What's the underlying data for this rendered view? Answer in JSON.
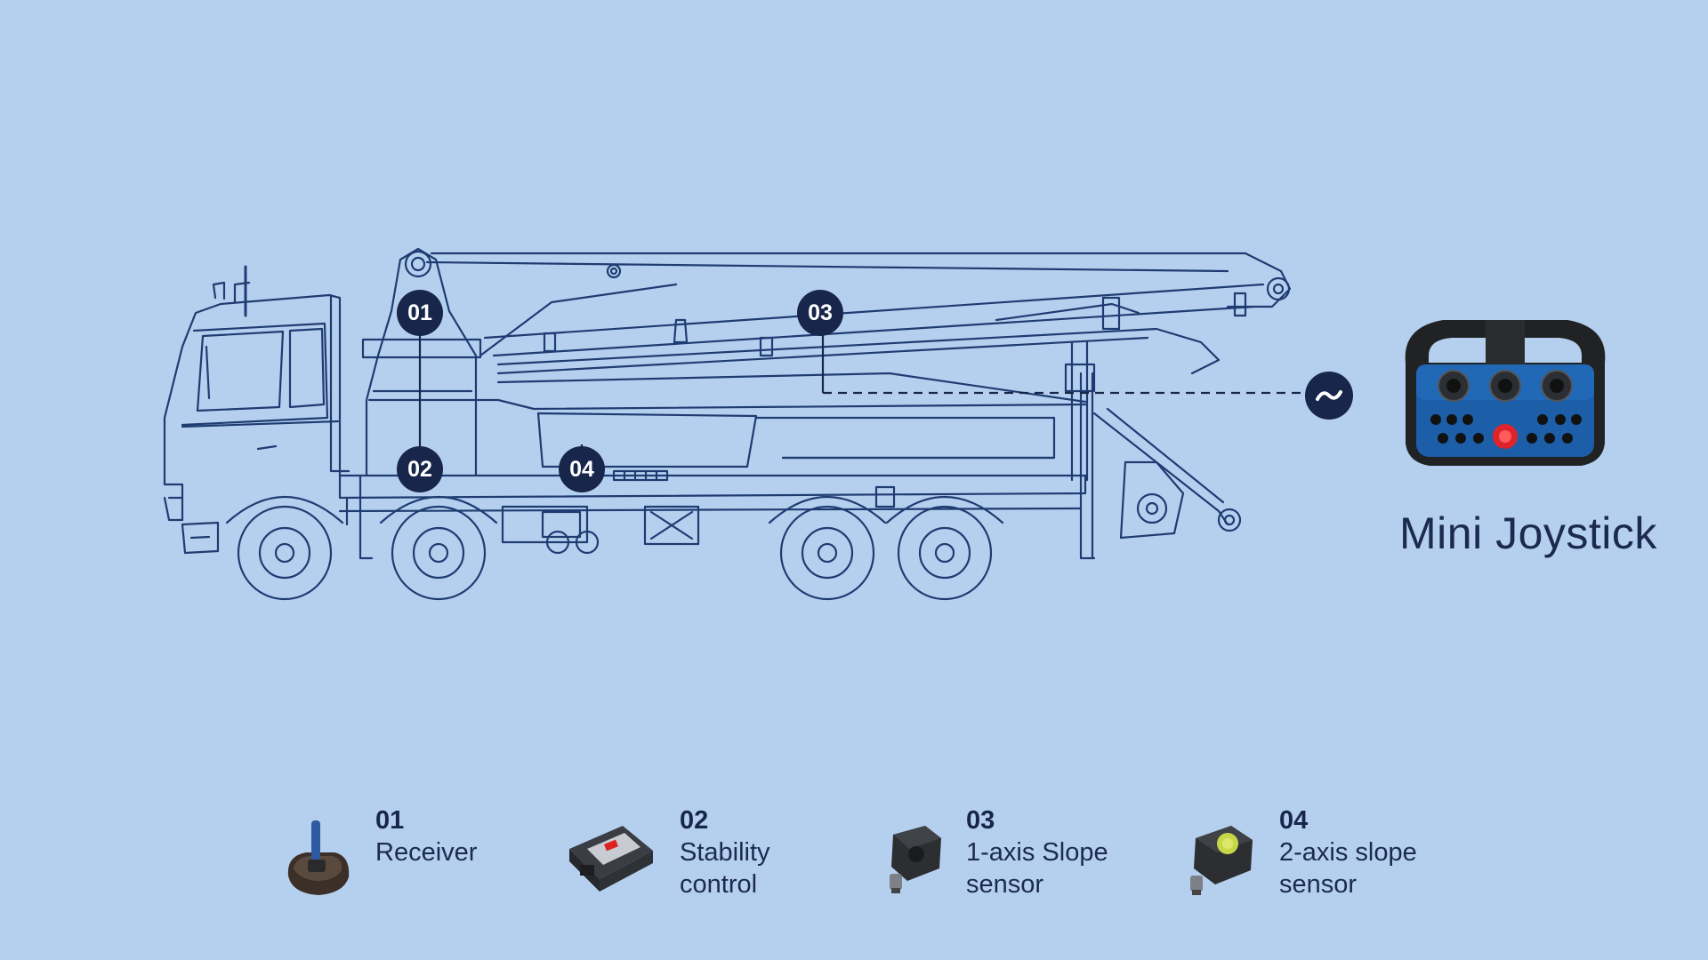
{
  "markers": [
    {
      "id": "01"
    },
    {
      "id": "02"
    },
    {
      "id": "03"
    },
    {
      "id": "04"
    }
  ],
  "joystick": {
    "title": "Mini Joystick"
  },
  "legend": [
    {
      "num": "01",
      "line1": "Receiver",
      "line2": "",
      "icon": "receiver-icon"
    },
    {
      "num": "02",
      "line1": "Stability",
      "line2": "control",
      "icon": "stability-control-icon"
    },
    {
      "num": "03",
      "line1": "1-axis Slope",
      "line2": "sensor",
      "icon": "slope-sensor-1axis-icon"
    },
    {
      "num": "04",
      "line1": "2-axis slope",
      "line2": "sensor",
      "icon": "slope-sensor-2axis-icon"
    }
  ],
  "colors": {
    "background": "#b5d0ef",
    "line_art": "#1f3c72",
    "marker": "#17264a",
    "text": "#1b2a4e"
  }
}
